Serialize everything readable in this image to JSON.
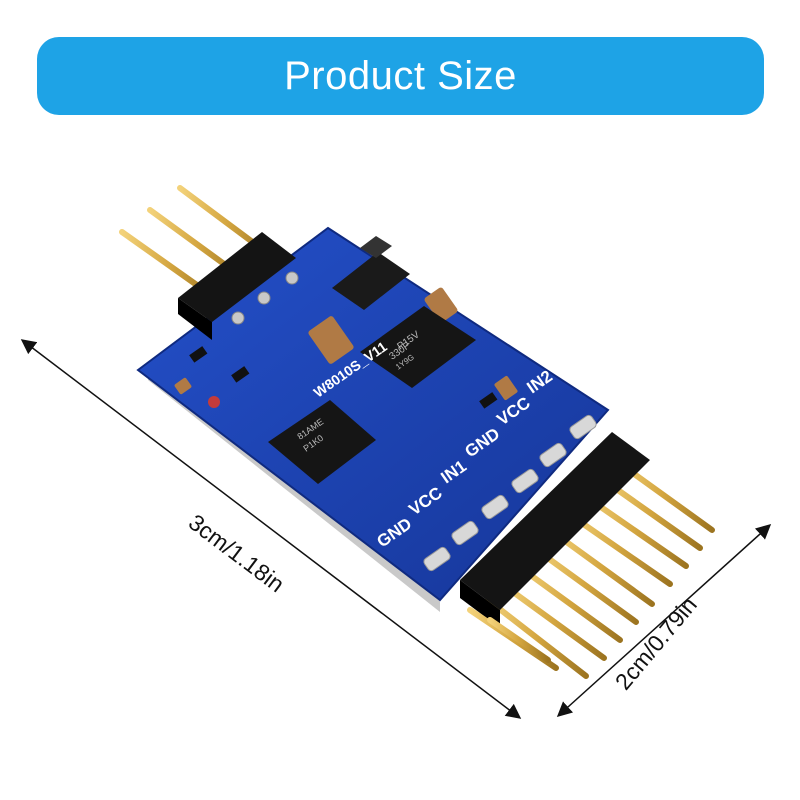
{
  "banner": {
    "title": "Product Size"
  },
  "board": {
    "model_label": "W8010S_V11",
    "pin_labels": [
      "IN2",
      "VCC",
      "GND",
      "IN1",
      "VCC",
      "GND"
    ],
    "chip_top_text": [
      "P15V",
      "330F",
      "1Y9G"
    ],
    "chip_small_text": [
      "81AME",
      "P1K0"
    ]
  },
  "dimensions": {
    "length_label": "3cm/1.18in",
    "width_label": "2cm/0.79in"
  },
  "colors": {
    "banner": "#1ea3e6",
    "pcb": "#1b3fb5",
    "header": "#141414",
    "pins": "#d4a640"
  }
}
